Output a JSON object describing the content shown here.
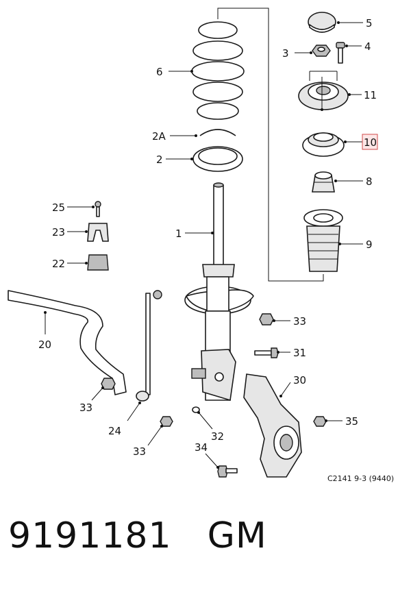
{
  "diagram": {
    "callouts": {
      "c5": "5",
      "c4": "4",
      "c3": "3",
      "c11": "11",
      "c10": "10",
      "c8": "8",
      "c9": "9",
      "c6": "6",
      "c2a": "2A",
      "c2": "2",
      "c1": "1",
      "c25": "25",
      "c23": "23",
      "c22": "22",
      "c20": "20",
      "c33a": "33",
      "c31": "31",
      "c30": "30",
      "c35": "35",
      "c33b": "33",
      "c24": "24",
      "c33c": "33",
      "c32": "32",
      "c34": "34"
    },
    "caption": "C2141 9-3 (9440)",
    "highlight_color": "#d04a4a"
  },
  "footer": {
    "part_number": "9191181",
    "brand": "GM"
  }
}
